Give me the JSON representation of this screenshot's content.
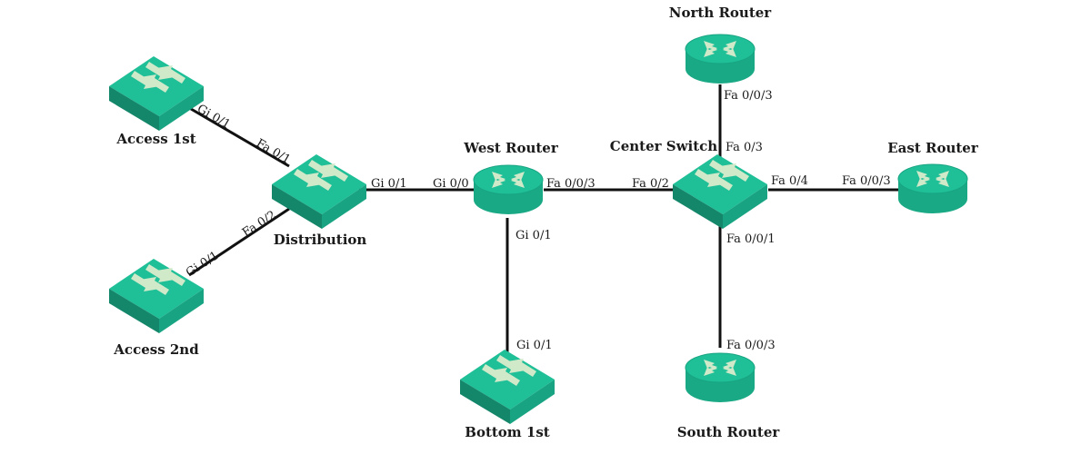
{
  "colors": {
    "device_top": "#1fbf97",
    "device_side_dark": "#14866a",
    "device_side_light": "#18a482",
    "device_bottom": "#19a985",
    "arrow": "#cfe9c9",
    "link": "#111111"
  },
  "devices": {
    "access_1st": {
      "label": "Access 1st",
      "kind": "switch"
    },
    "access_2nd": {
      "label": "Access 2nd",
      "kind": "switch"
    },
    "distribution": {
      "label": "Distribution",
      "kind": "switch"
    },
    "west_router": {
      "label": "West Router",
      "kind": "router"
    },
    "bottom_1st": {
      "label": "Bottom 1st",
      "kind": "switch"
    },
    "center_switch": {
      "label": "Center Switch",
      "kind": "switch"
    },
    "north_router": {
      "label": "North Router",
      "kind": "router"
    },
    "east_router": {
      "label": "East Router",
      "kind": "router"
    },
    "south_router": {
      "label": "South Router",
      "kind": "router"
    }
  },
  "links": [
    {
      "from": "access_1st",
      "to": "distribution",
      "from_port": "Gi 0/1",
      "to_port": "Fa 0/1"
    },
    {
      "from": "access_2nd",
      "to": "distribution",
      "from_port": "Gi 0/1",
      "to_port": "Fa 0/2"
    },
    {
      "from": "distribution",
      "to": "west_router",
      "from_port": "Gi 0/1",
      "to_port": "Gi 0/0"
    },
    {
      "from": "west_router",
      "to": "center_switch",
      "from_port": "Fa 0/0/3",
      "to_port": "Fa 0/2"
    },
    {
      "from": "west_router",
      "to": "bottom_1st",
      "from_port": "Gi 0/1",
      "to_port": "Gi 0/1"
    },
    {
      "from": "center_switch",
      "to": "north_router",
      "from_port": "Fa 0/3",
      "to_port": "Fa 0/0/3"
    },
    {
      "from": "center_switch",
      "to": "east_router",
      "from_port": "Fa 0/4",
      "to_port": "Fa 0/0/3"
    },
    {
      "from": "center_switch",
      "to": "south_router",
      "from_port": "Fa 0/0/1",
      "to_port": "Fa 0/0/3"
    }
  ]
}
